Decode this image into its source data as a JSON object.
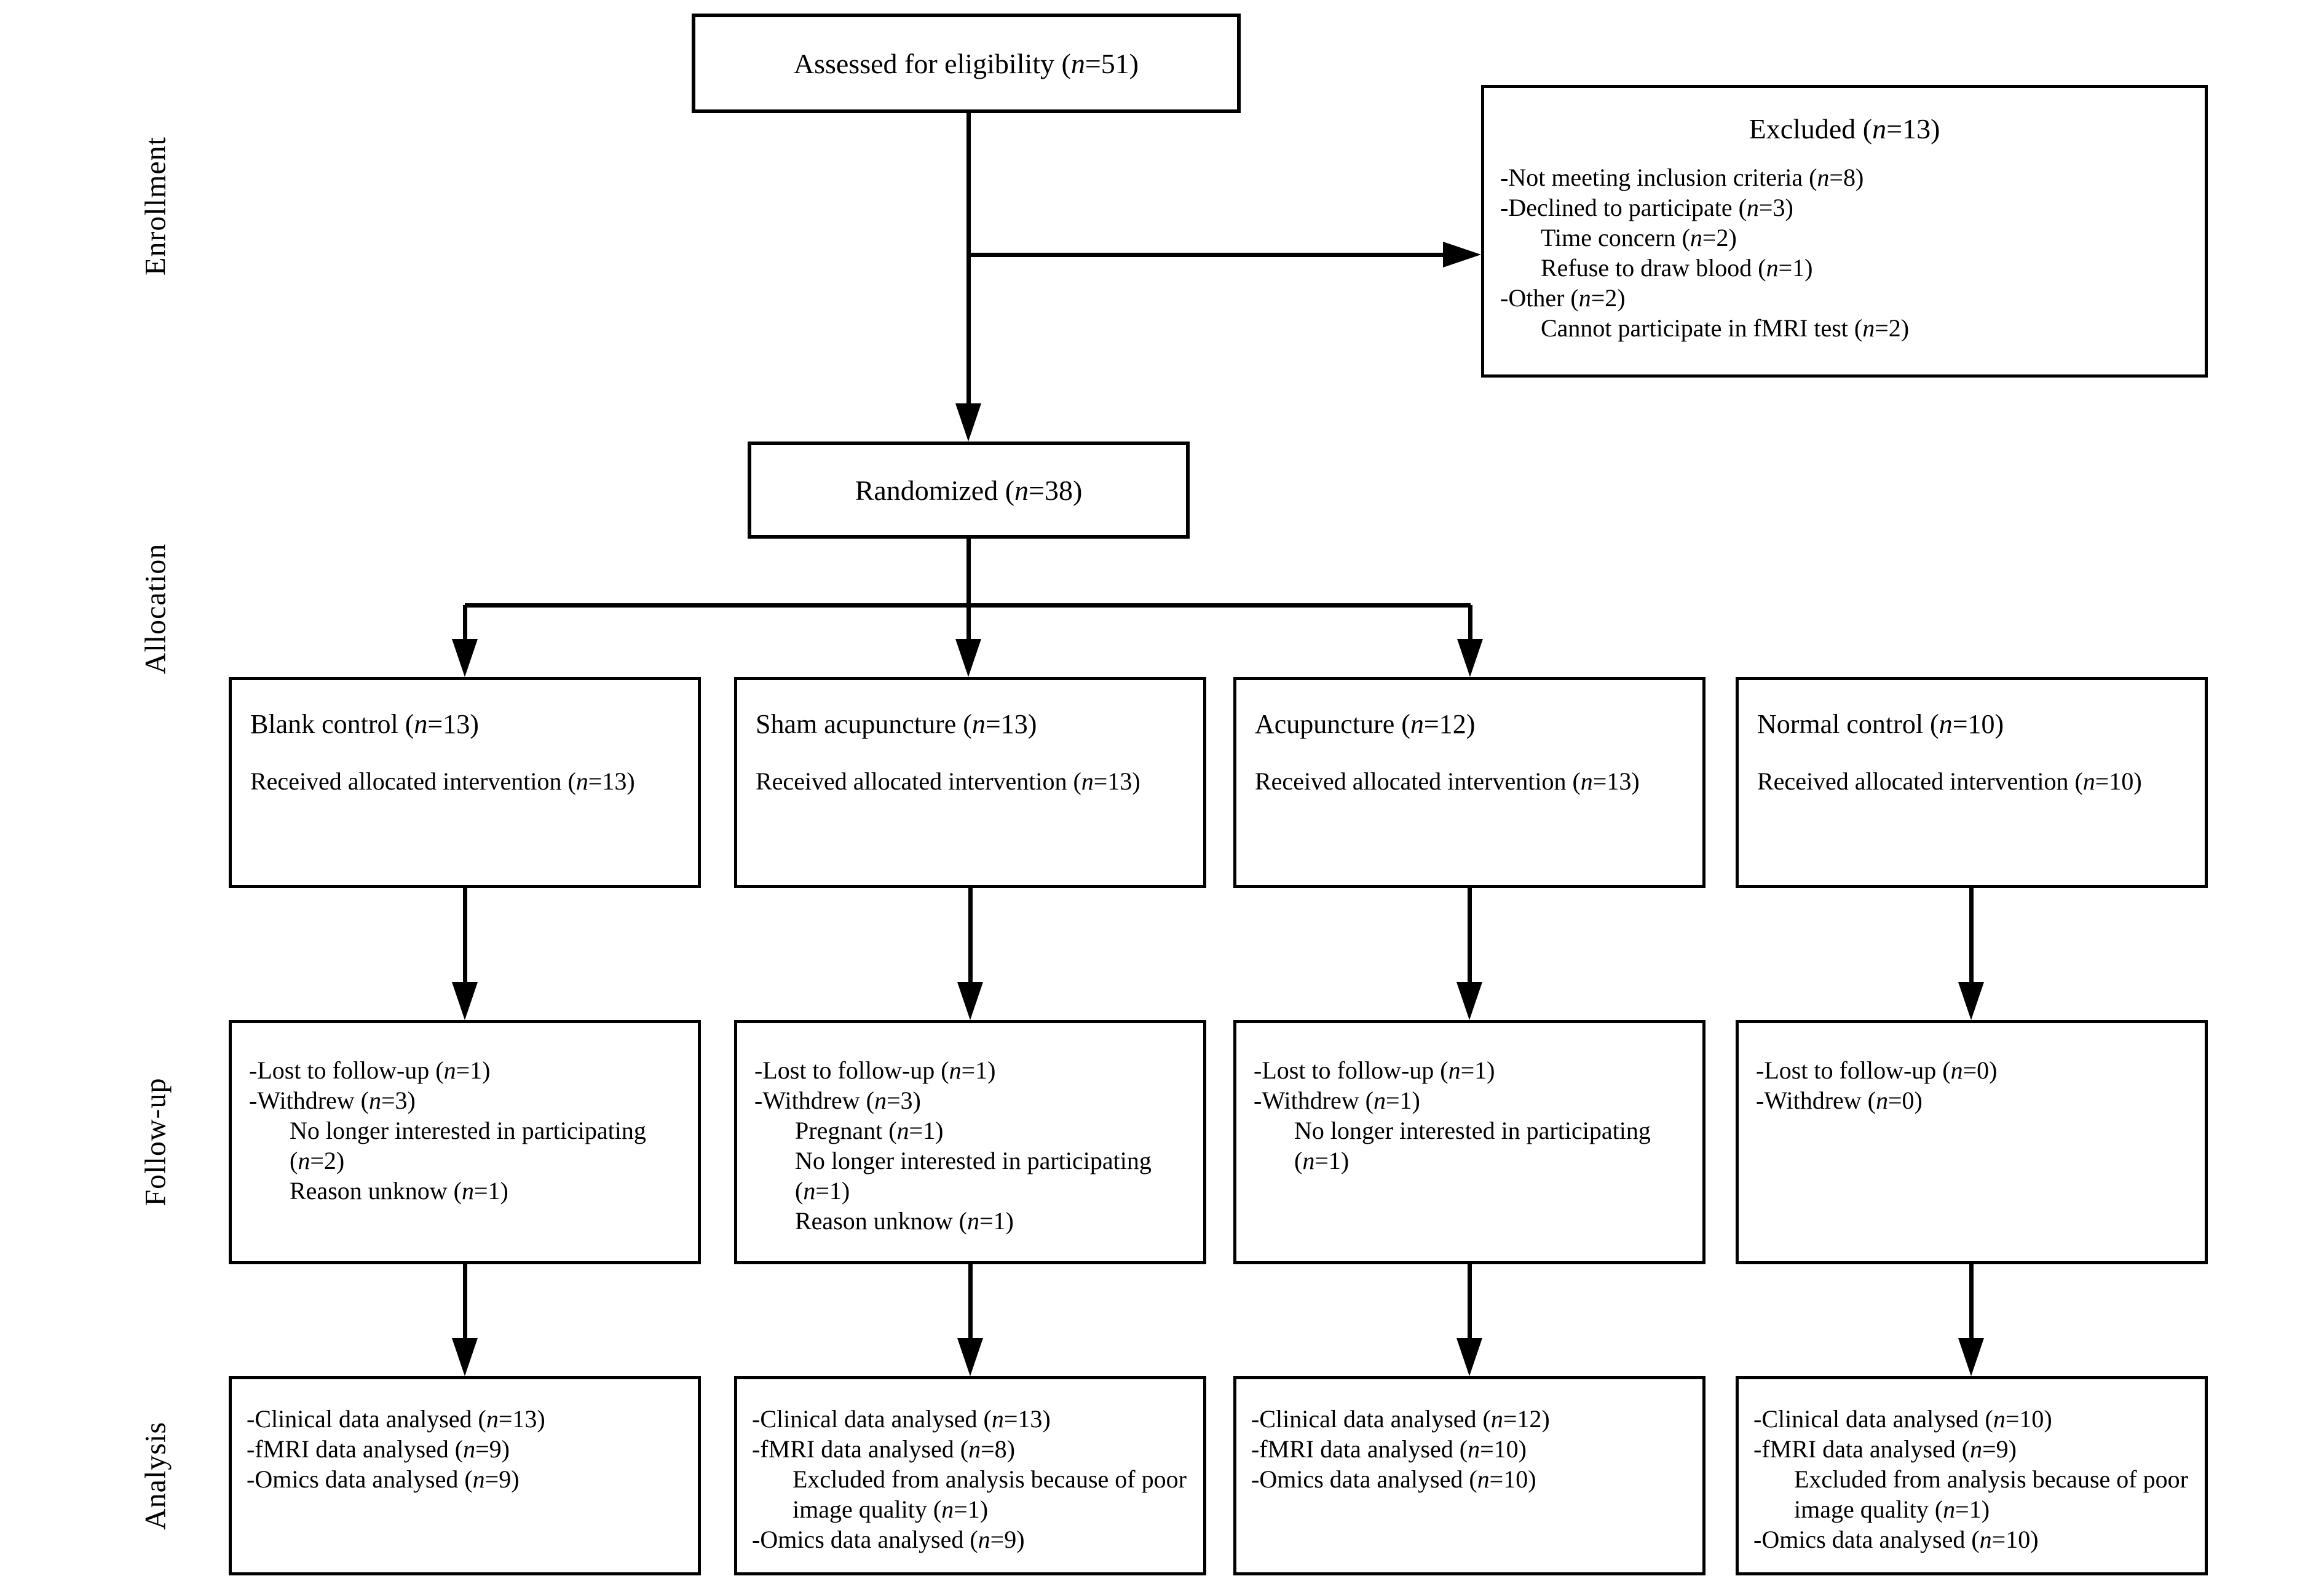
{
  "stage_labels": {
    "enrollment": "Enrollment",
    "allocation": "Allocation",
    "followup": "Follow-up",
    "analysis": "Analysis"
  },
  "enrollment": {
    "assessed": "Assessed for eligibility (n=51)",
    "excluded_title": "Excluded (n=13)",
    "excluded_lines": [
      "-Not meeting inclusion criteria (n=8)",
      "-Declined to participate (n=3)",
      "Time concern (n=2)",
      "Refuse to draw blood (n=1)",
      "-Other (n=2)",
      "Cannot participate in fMRI test (n=2)"
    ],
    "randomized": "Randomized (n=38)"
  },
  "allocation_groups": [
    {
      "title": "Blank control (n=13)",
      "received": "Received allocated intervention (n=13)"
    },
    {
      "title": "Sham acupuncture (n=13)",
      "received": "Received allocated intervention (n=13)"
    },
    {
      "title": "Acupuncture (n=12)",
      "received": "Received allocated intervention (n=13)"
    },
    {
      "title": "Normal control (n=10)",
      "received": "Received allocated intervention (n=10)"
    }
  ],
  "followup_groups": [
    {
      "lines": [
        "-Lost to follow-up (n=1)",
        "-Withdrew (n=3)",
        "No longer interested in participating",
        "(n=2)",
        "Reason unknow (n=1)"
      ]
    },
    {
      "lines": [
        "-Lost to follow-up (n=1)",
        "-Withdrew (n=3)",
        "Pregnant (n=1)",
        "No longer interested in participating",
        "(n=1)",
        "Reason unknow (n=1)"
      ]
    },
    {
      "lines": [
        "-Lost to follow-up (n=1)",
        "-Withdrew (n=1)",
        "No longer interested in participating",
        "(n=1)"
      ]
    },
    {
      "lines": [
        "-Lost to follow-up (n=0)",
        "-Withdrew (n=0)"
      ]
    }
  ],
  "analysis_groups": [
    {
      "lines": [
        "-Clinical data analysed (n=13)",
        "-fMRI data analysed (n=9)",
        "-Omics data analysed (n=9)"
      ]
    },
    {
      "lines": [
        "-Clinical data analysed (n=13)",
        "-fMRI data analysed (n=8)",
        "Excluded from analysis because of poor",
        "image quality (n=1)",
        "-Omics data analysed (n=9)"
      ]
    },
    {
      "lines": [
        "-Clinical data analysed (n=12)",
        "-fMRI data analysed (n=10)",
        "-Omics data analysed (n=10)"
      ]
    },
    {
      "lines": [
        "-Clinical data analysed (n=10)",
        "-fMRI data analysed (n=9)",
        "Excluded from analysis because of poor",
        "image quality (n=1)",
        "-Omics data analysed (n=10)"
      ]
    }
  ],
  "colors": {
    "line": "#000000",
    "background": "#ffffff"
  }
}
